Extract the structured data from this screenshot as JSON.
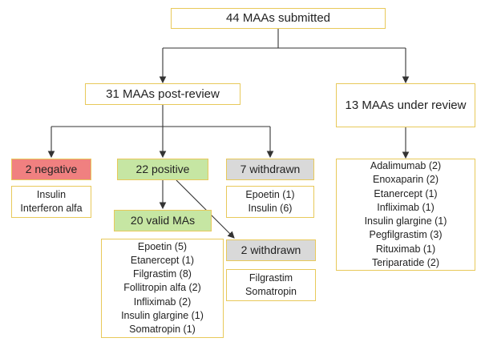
{
  "submitted": "44 MAAs submitted",
  "post_review": "31 MAAs post-review",
  "under_review": "13 MAAs under review",
  "negative": "2 negative",
  "positive": "22 positive",
  "withdrawn_7": "7 withdrawn",
  "valid": "20 valid MAs",
  "withdrawn_2": "2 withdrawn",
  "negative_list": [
    "Insulin",
    "Interferon alfa"
  ],
  "withdrawn_7_list": [
    "Epoetin (1)",
    "Insulin (6)"
  ],
  "valid_list": [
    "Epoetin (5)",
    "Etanercept (1)",
    "Filgrastim (8)",
    "Follitropin alfa (2)",
    "Infliximab (2)",
    "Insulin glargine (1)",
    "Somatropin (1)"
  ],
  "withdrawn_2_list": [
    "Filgrastim",
    "Somatropin"
  ],
  "under_review_list": [
    "Adalimumab (2)",
    "Enoxaparin (2)",
    "Etanercept (1)",
    "Infliximab (1)",
    "Insulin glargine (1)",
    "Pegfilgrastim (3)",
    "Rituximab (1)",
    "Teriparatide (2)"
  ],
  "colors": {
    "border": "#e8c95a",
    "negative": "#f08080",
    "positive": "#c6e6a3",
    "withdrawn": "#d9d9d9"
  }
}
